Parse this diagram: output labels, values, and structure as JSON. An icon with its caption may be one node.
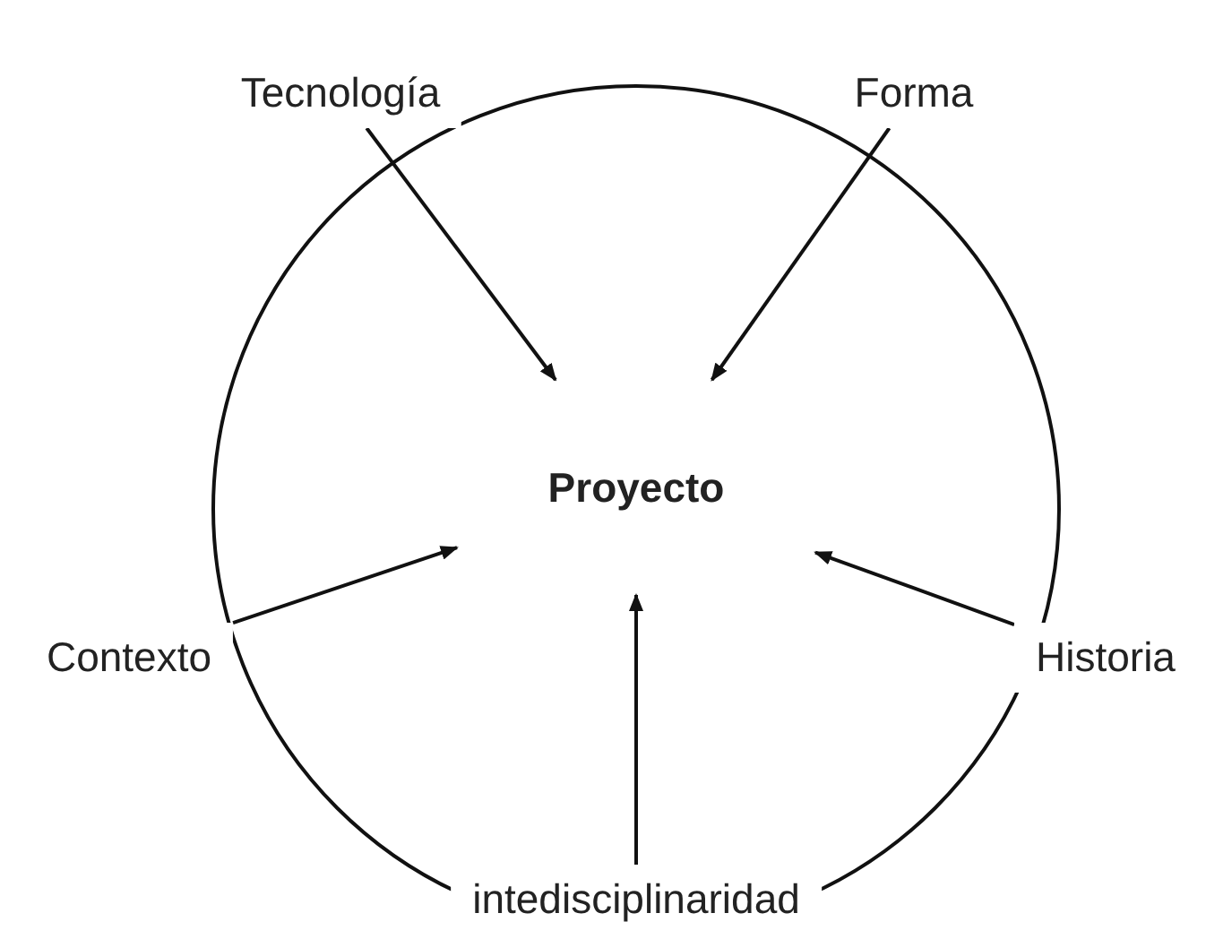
{
  "diagram": {
    "nodes": [
      {
        "text": [
          "Proyecto"
        ]
      },
      {
        "text": [
          "Tecnología"
        ]
      },
      {
        "text": [
          "Forma"
        ]
      },
      {
        "text": [
          "Contexto"
        ]
      },
      {
        "text": [
          "Historia"
        ]
      },
      {
        "text": [
          "intedisciplinaridad"
        ]
      }
    ],
    "edges": [
      {
        "from": 1,
        "to": 0,
        "arrow": "to"
      },
      {
        "from": 2,
        "to": 0,
        "arrow": "to"
      },
      {
        "from": 3,
        "to": 0,
        "arrow": "to"
      },
      {
        "from": 4,
        "to": 0,
        "arrow": "to"
      },
      {
        "from": 5,
        "to": 0,
        "arrow": "to"
      }
    ]
  }
}
